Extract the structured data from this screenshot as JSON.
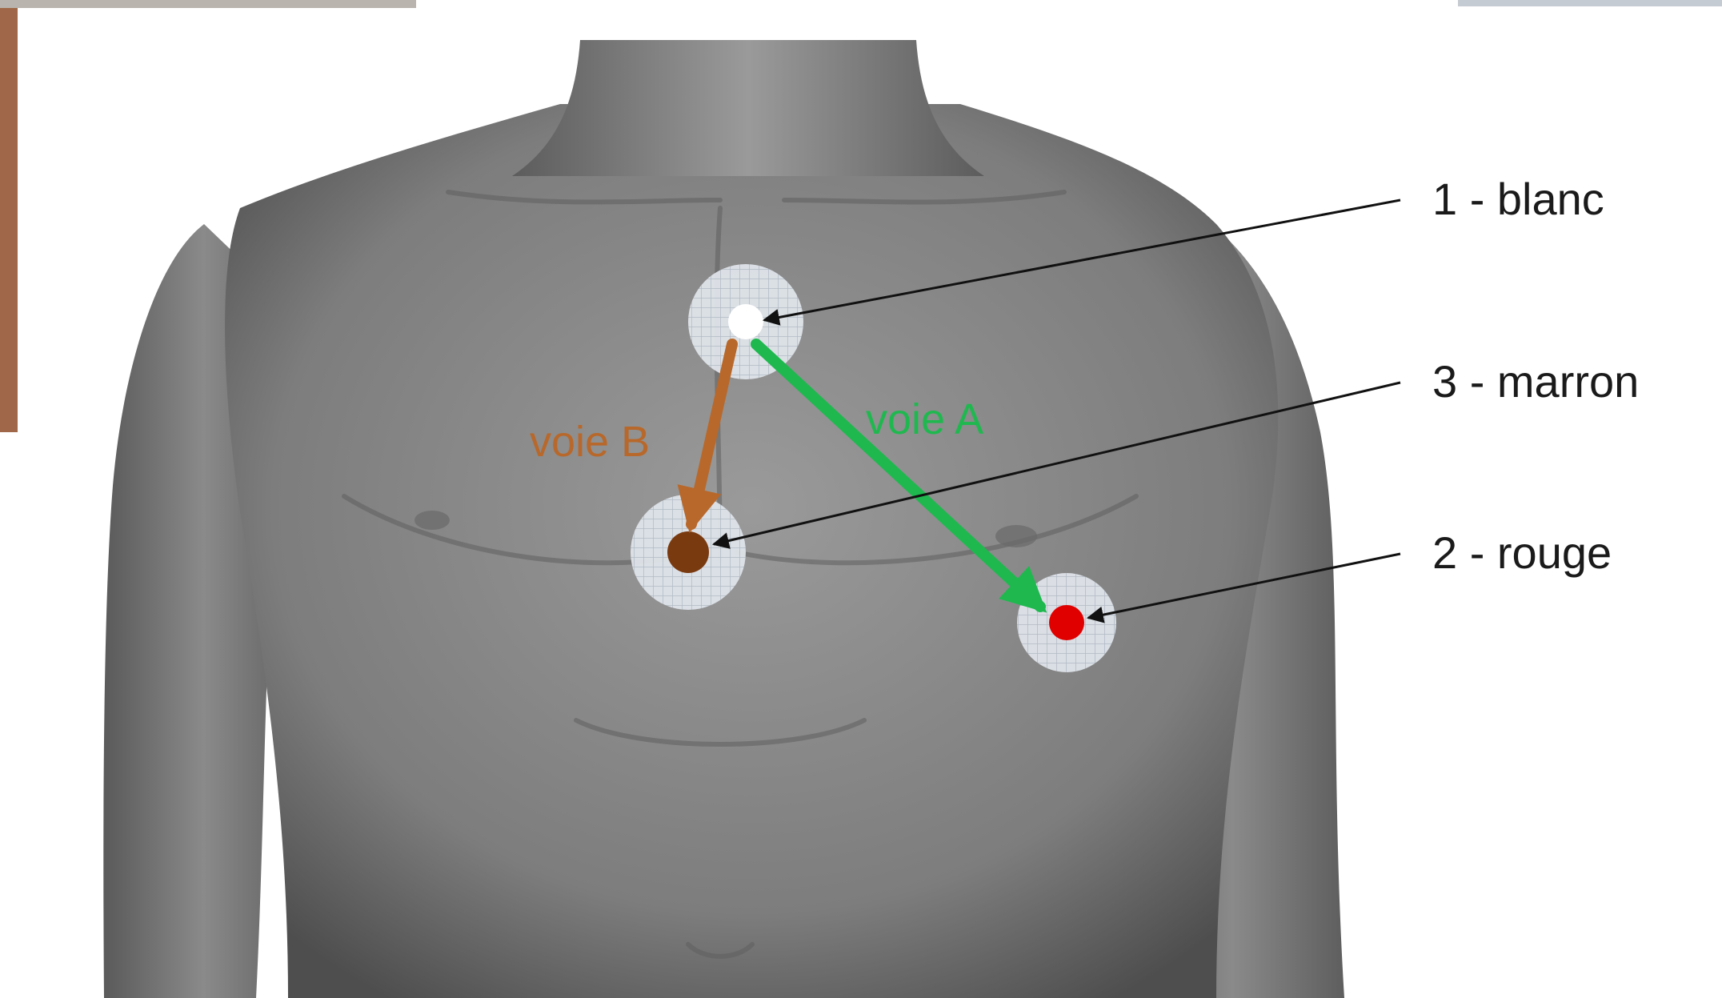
{
  "electrodes": [
    {
      "id": "blanc",
      "label": "1 - blanc",
      "fill": "#ffffff",
      "ring": "#e4e9ef"
    },
    {
      "id": "marron",
      "label": "3 - marron",
      "fill": "#7a3a10",
      "ring": "#e4e9ef"
    },
    {
      "id": "rouge",
      "label": "2 - rouge",
      "fill": "#e00000",
      "ring": "#e4e9ef"
    }
  ],
  "paths": [
    {
      "id": "voie-a",
      "label": "voie A",
      "color": "#1fb84f"
    },
    {
      "id": "voie-b",
      "label": "voie B",
      "color": "#b8682a"
    }
  ],
  "colors": {
    "background": "#ffffff",
    "skin": "#8c8c8c",
    "leader": "#111111"
  }
}
